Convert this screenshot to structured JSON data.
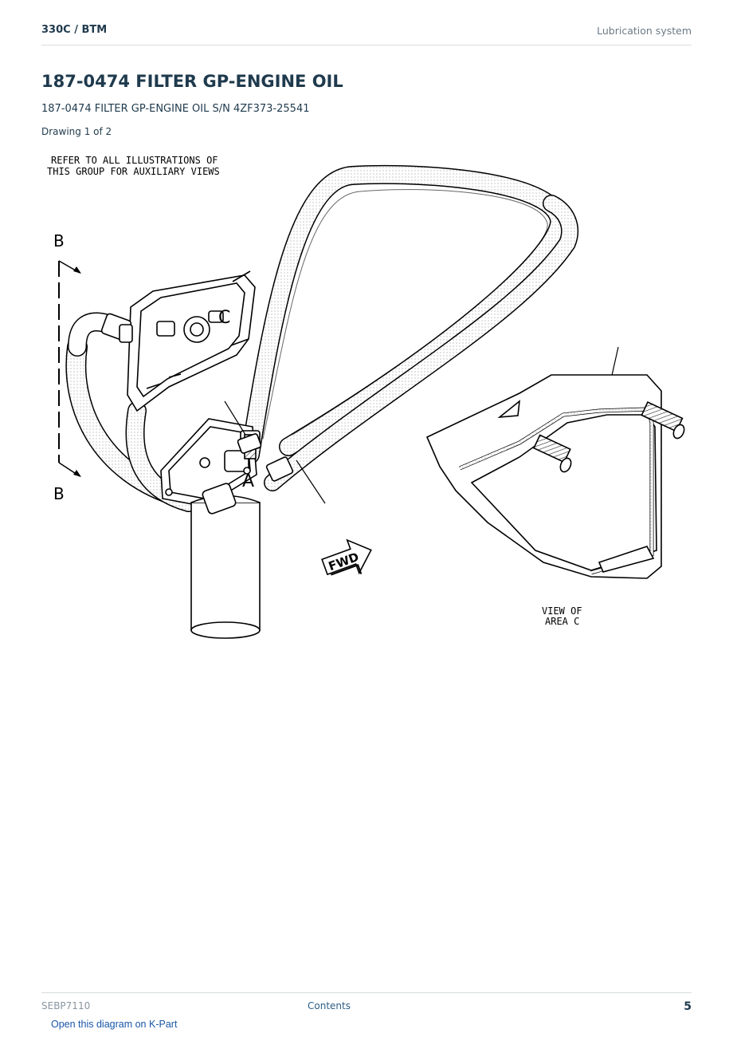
{
  "header": {
    "breadcrumb": "330C  /  BTM",
    "section": "Lubrication system"
  },
  "title": "187-0474 FILTER GP-ENGINE OIL",
  "subtitle": "187-0474 FILTER GP-ENGINE OIL S/N 4ZF373-25541",
  "drawing_number": "Drawing 1 of 2",
  "drawing": {
    "note_line1": "REFER TO ALL ILLUSTRATIONS OF",
    "note_line2": "THIS GROUP FOR AUXILIARY VIEWS",
    "section_label_top": "B",
    "section_label_bottom": "B",
    "callout_c": "C",
    "callout_a": "A",
    "fwd_label": "FWD",
    "view_line1": "VIEW OF",
    "view_line2": "AREA C"
  },
  "footer": {
    "doc_code": "SEBP7110",
    "contents_link": "Contents",
    "page_number": "5",
    "kpart_link": "Open this diagram on K-Part"
  }
}
